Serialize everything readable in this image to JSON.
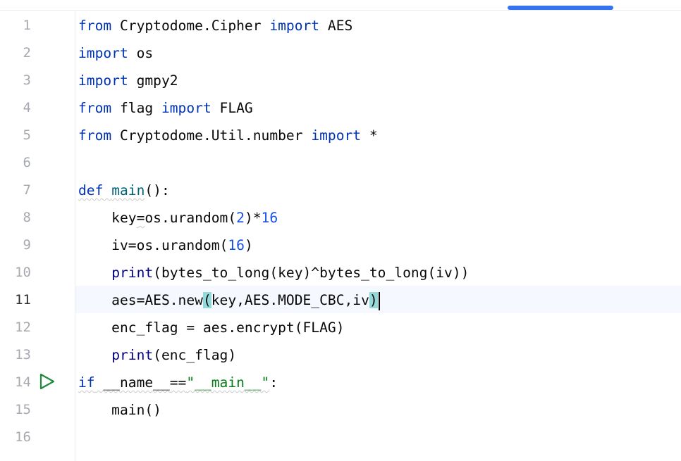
{
  "gutter": {
    "line_numbers": [
      "1",
      "2",
      "3",
      "4",
      "5",
      "6",
      "7",
      "8",
      "9",
      "10",
      "11",
      "12",
      "13",
      "14",
      "15",
      "16"
    ],
    "current_line": "11",
    "run_icon_line": "14"
  },
  "code": {
    "l1": {
      "a": "from",
      "b": " Cryptodome.Cipher ",
      "c": "import",
      "d": " AES"
    },
    "l2": {
      "a": "import",
      "b": " os"
    },
    "l3": {
      "a": "import",
      "b": " gmpy2"
    },
    "l4": {
      "a": "from",
      "b": " flag ",
      "c": "import",
      "d": " FLAG"
    },
    "l5": {
      "a": "from",
      "b": " Cryptodome.Util.number ",
      "c": "import",
      "d": " *"
    },
    "l7": {
      "a": "def",
      "b": " ",
      "c": "main",
      "d": "():"
    },
    "l8": {
      "a": "    key",
      "b": "=",
      "c": "os.urandom(",
      "d": "2",
      "e": ")*",
      "f": "16"
    },
    "l9": {
      "a": "    iv=os.urandom(",
      "b": "16",
      "c": ")"
    },
    "l10": {
      "a": "    ",
      "b": "print",
      "c": "(bytes_to_long(key)^bytes_to_long(iv))"
    },
    "l11": {
      "a": "    aes=AES.new",
      "b": "(",
      "c": "key,AES.MODE_CBC,iv",
      "d": ")"
    },
    "l12": {
      "a": "    enc_flag = aes.encrypt(FLAG)"
    },
    "l13": {
      "a": "    ",
      "b": "print",
      "c": "(enc_flag)"
    },
    "l14": {
      "a": "if",
      "b": " __name__",
      "c": "==",
      "d": "\"__main__\"",
      "e": ":"
    },
    "l15": {
      "a": "    main()"
    }
  },
  "colors": {
    "keyword": "#0033b3",
    "function_def": "#00627a",
    "builtin": "#000080",
    "number": "#1750eb",
    "string": "#067d17",
    "brace_match": "#93d9d9",
    "current_line_bg": "#f5f8fe",
    "run_icon": "#208a3c"
  },
  "icons": {
    "run": "run-triangle-icon"
  }
}
